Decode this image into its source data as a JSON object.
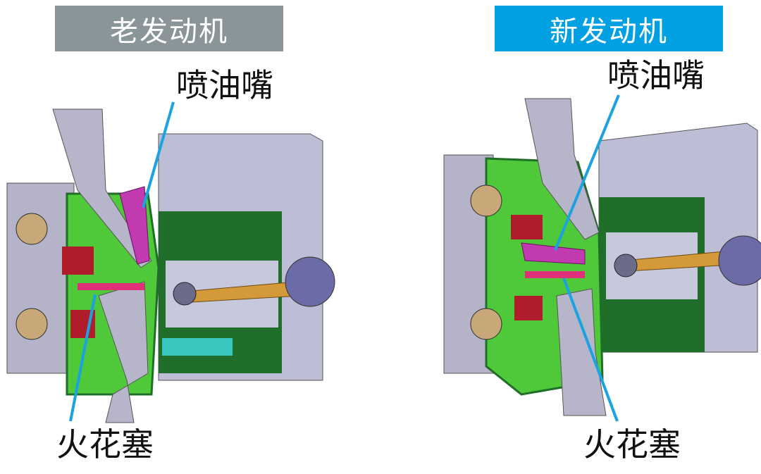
{
  "left_panel": {
    "title": "老发动机",
    "title_bg": "#8a9599",
    "injector_label": "喷油嘴",
    "spark_plug_label": "火花塞"
  },
  "right_panel": {
    "title": "新发动机",
    "title_bg": "#00a0e2",
    "injector_label": "喷油嘴",
    "spark_plug_label": "火花塞"
  },
  "colors": {
    "leader": "#1aa3e0",
    "block": "#b9b9d2",
    "head": "#4fc83a",
    "dark_green": "#1f6e2a",
    "injector": "#c23ab0",
    "spark": "#e0307a",
    "spring": "#b01c2a",
    "rod": "#d49a3a"
  }
}
